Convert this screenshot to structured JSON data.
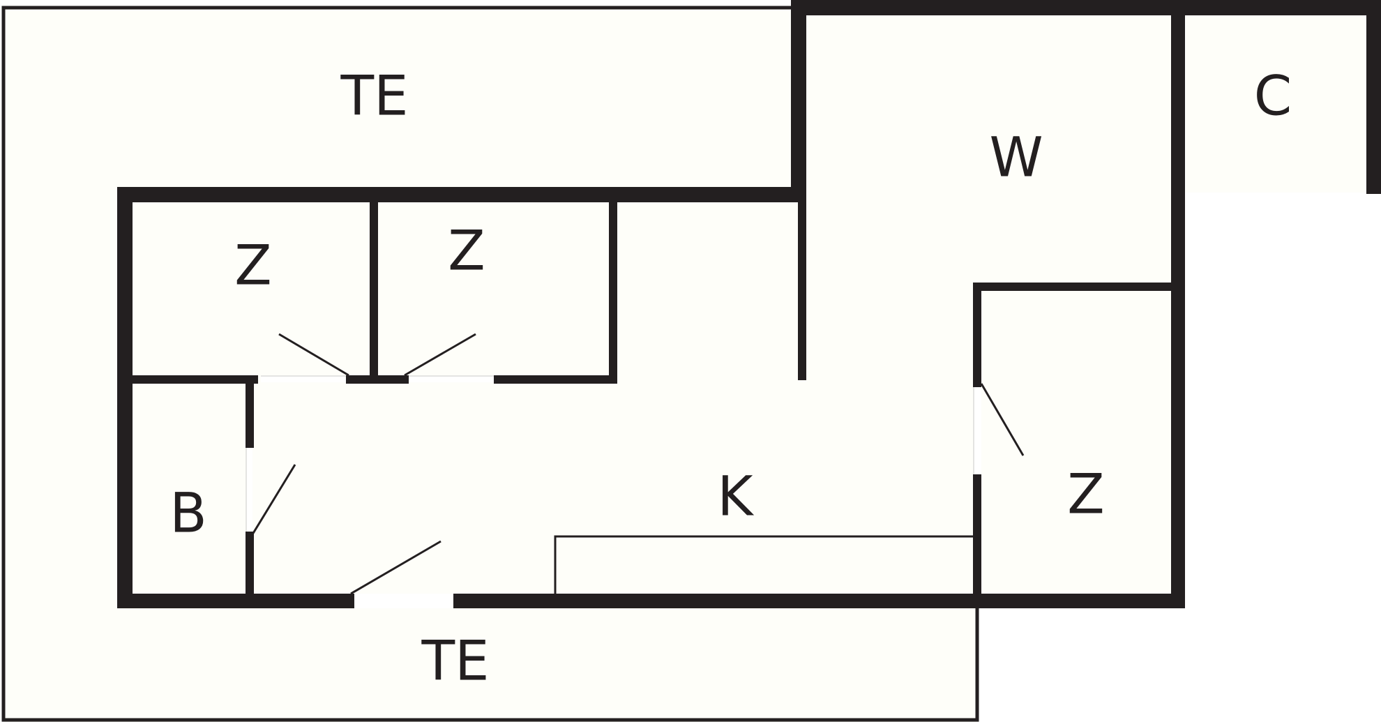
{
  "floorplan": {
    "colors": {
      "wall": "#231f20",
      "floor": "#fefef9",
      "background": "#ffffff",
      "door_gap": "#ffffff"
    },
    "rooms": {
      "terrace_top": "TE",
      "terrace_bottom": "TE",
      "bedroom_1": "Z",
      "bedroom_2": "Z",
      "bedroom_3": "Z",
      "bathroom": "B",
      "kitchen": "K",
      "living": "W",
      "storage": "C"
    }
  }
}
